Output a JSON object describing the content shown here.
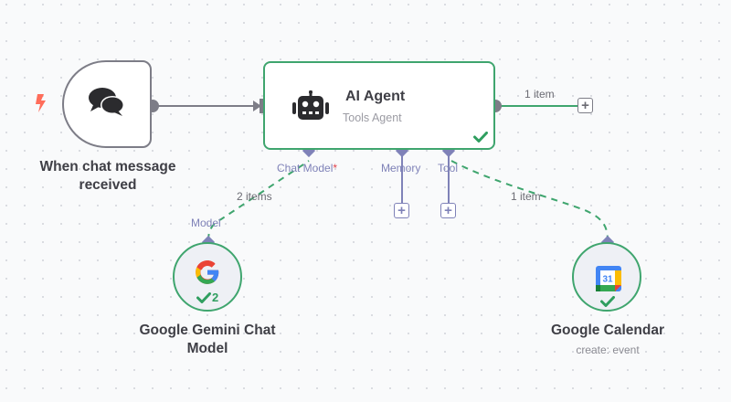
{
  "canvas": {
    "background": "#f9fafb",
    "accent_success": "#3fa56e",
    "port_color": "#7f82b8",
    "trigger_color": "#ff6d5a"
  },
  "nodes": {
    "trigger": {
      "title_line1": "When chat message",
      "title_line2": "received",
      "icon": "chat-bubbles-icon",
      "trigger_icon": "lightning-bolt-icon"
    },
    "agent": {
      "title": "AI Agent",
      "subtitle": "Tools Agent",
      "icon": "robot-icon",
      "status": "success",
      "ports": {
        "chat_model": "Chat Model",
        "chat_model_required": "*",
        "memory": "Memory",
        "tool": "Tool"
      }
    },
    "gemini": {
      "title_line1": "Google Gemini Chat",
      "title_line2": "Model",
      "icon": "google-g-icon",
      "port_label": "Model",
      "run_count": "2",
      "status": "success"
    },
    "calendar": {
      "title": "Google Calendar",
      "subtitle": "create: event",
      "icon": "google-calendar-icon",
      "calendar_day": "31",
      "status": "success"
    }
  },
  "edges": {
    "agent_output": "1 item",
    "gemini_to_agent": "2 items",
    "calendar_to_agent": "1 item"
  }
}
